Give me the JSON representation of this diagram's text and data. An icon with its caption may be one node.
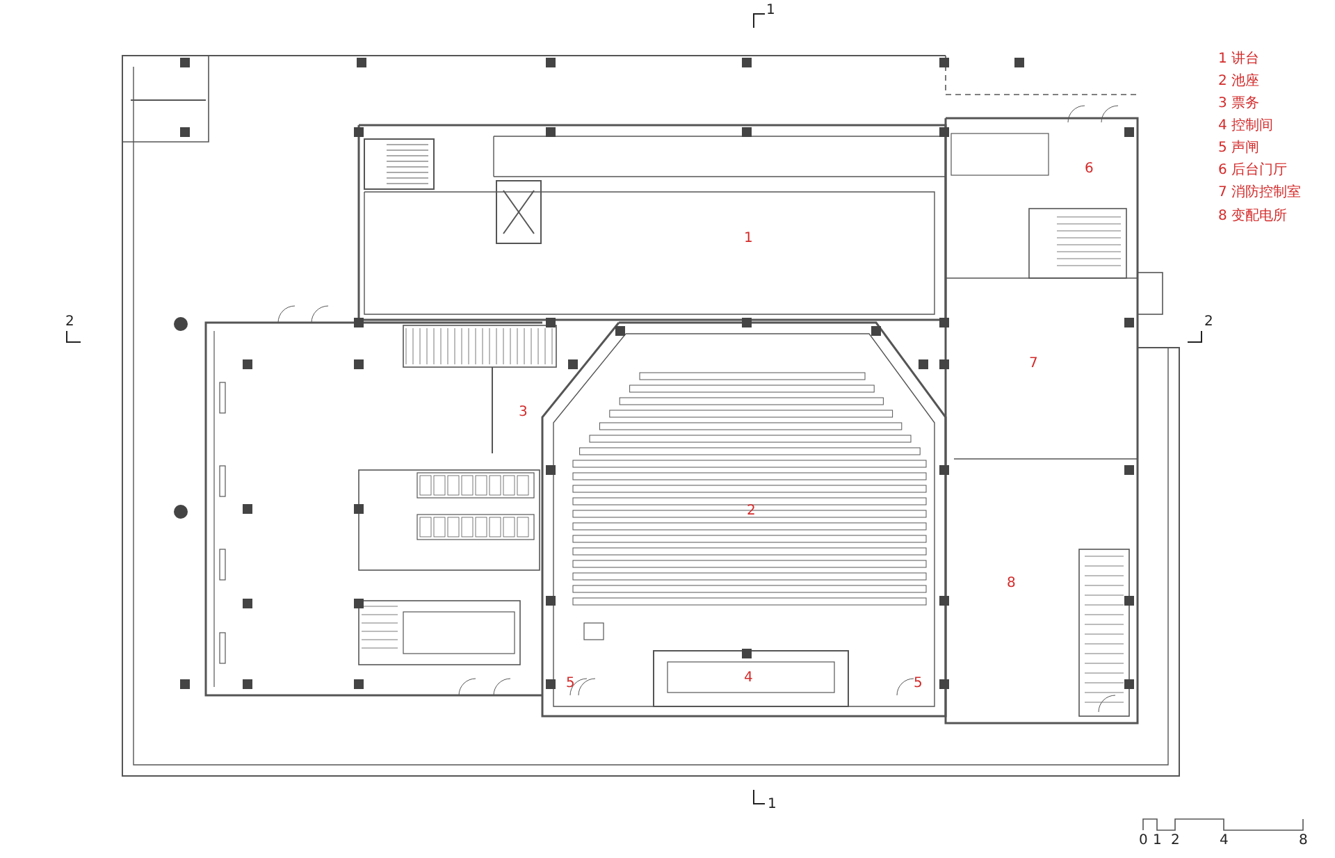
{
  "diagram": {
    "labels": [
      "1",
      "1 讲台",
      "2 池座",
      "3 票务",
      "4 控制间",
      "5 声闸",
      "6 后台门厅",
      "7 消防控制室",
      "8 变配电所",
      "6",
      "1",
      "2",
      "2",
      "7",
      "3",
      "2",
      "8",
      "5",
      "4",
      "5",
      "1",
      "0",
      "1",
      "2",
      "4",
      "8"
    ]
  }
}
